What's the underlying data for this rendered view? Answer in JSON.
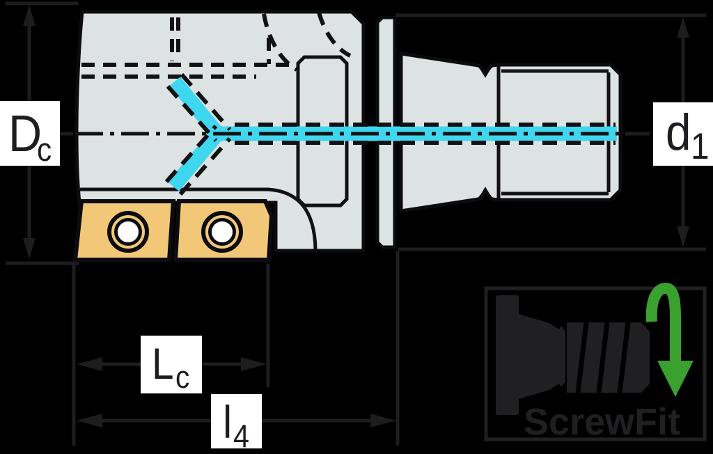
{
  "labels": {
    "dc": {
      "main": "D",
      "sub": "c"
    },
    "d1": {
      "main": "d",
      "sub": "1"
    },
    "lc": {
      "main": "L",
      "sub": "c"
    },
    "l4": {
      "main": "l",
      "sub": "4"
    }
  },
  "logo": {
    "text": "ScrewFit"
  },
  "colors": {
    "background": "#000000",
    "body_fill": "#dde3e2",
    "outline": "#0c0c0e",
    "inner_line": "#121214",
    "coolant_cyan": "#3fd7ef",
    "insert_yellow": "#f2c878",
    "dimension_line": "#1d1d20",
    "label_bg": "#ffffff",
    "label_text": "#1e1e22",
    "logo_gray": "#202023",
    "logo_green": "#3aa02e"
  }
}
